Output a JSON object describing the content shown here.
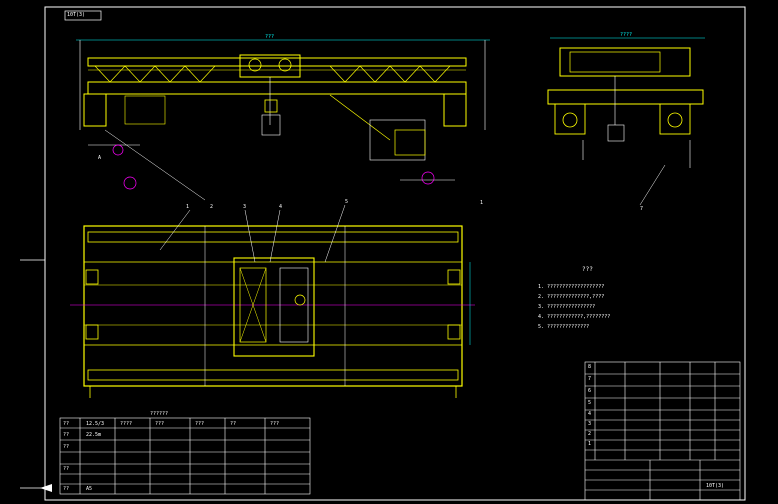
{
  "drawing": {
    "title_tag": "10T(3)",
    "section_label": "1",
    "colors": {
      "background": "#000000",
      "frame": "#ffffff",
      "structure": "#ffff00",
      "dim": "#00ffff",
      "center": "#ff00ff",
      "accent": "#00ff00"
    }
  },
  "top_view": {
    "part_callouts": [
      "1",
      "2",
      "3",
      "4",
      "5"
    ],
    "dim_span": "???",
    "dim_left_mark": "A"
  },
  "side_view": {
    "dim_width": "????",
    "callout": "7"
  },
  "tech_notes": {
    "heading": "???",
    "lines": [
      "1. ???????????????????",
      "2. ??????????????,????",
      "3. ????????????????",
      "4. ????????????,????????",
      "5. ??????????????"
    ]
  },
  "params_table": {
    "title": "??????",
    "rows": [
      [
        "??",
        "12.5/3",
        "????",
        "???",
        "???",
        "??",
        "???"
      ],
      [
        "??",
        "22.5m",
        "",
        "",
        "",
        "",
        ""
      ],
      [
        "??",
        "",
        "",
        "",
        "",
        "",
        ""
      ],
      [
        "",
        "",
        "",
        "",
        "",
        "",
        ""
      ],
      [
        "??",
        "",
        "",
        "",
        "",
        "",
        ""
      ],
      [
        "",
        "",
        "",
        "",
        "",
        "",
        ""
      ],
      [
        "",
        "",
        "",
        "",
        "",
        "",
        ""
      ],
      [
        "??",
        "A5",
        "",
        "",
        "",
        "",
        ""
      ]
    ]
  },
  "title_block": {
    "drawing_no": "10T(3)",
    "rows": [
      [
        "8",
        "",
        "",
        "",
        ""
      ],
      [
        "7",
        "",
        "",
        "",
        ""
      ],
      [
        "6",
        "",
        "",
        "",
        ""
      ],
      [
        "5",
        "",
        "",
        "",
        ""
      ],
      [
        "4",
        "",
        "",
        "",
        ""
      ],
      [
        "3",
        "",
        "",
        "",
        ""
      ],
      [
        "2",
        "",
        "",
        "",
        ""
      ],
      [
        "1",
        "",
        "",
        "",
        ""
      ]
    ]
  }
}
